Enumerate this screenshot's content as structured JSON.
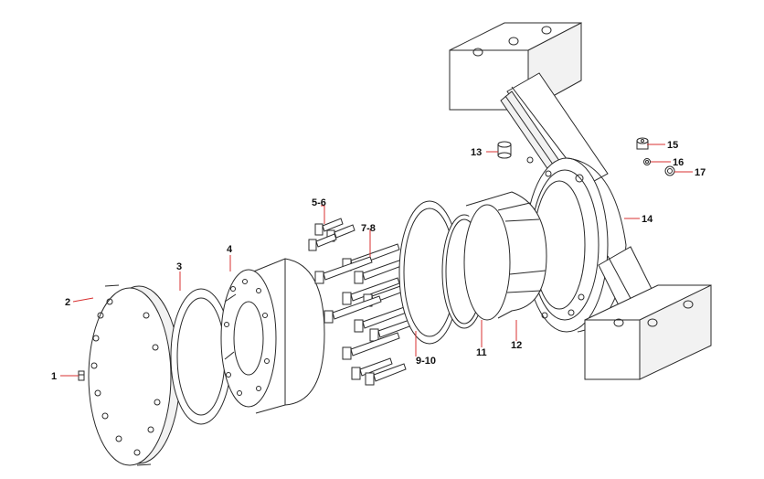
{
  "diagram": {
    "type": "exploded-parts-view",
    "leader_color": "#d83030",
    "callouts": [
      {
        "id": "c1",
        "text": "1"
      },
      {
        "id": "c2",
        "text": "2"
      },
      {
        "id": "c3",
        "text": "3"
      },
      {
        "id": "c4",
        "text": "4"
      },
      {
        "id": "c56",
        "text": "5-6"
      },
      {
        "id": "c78",
        "text": "7-8"
      },
      {
        "id": "c910",
        "text": "9-10"
      },
      {
        "id": "c11",
        "text": "11"
      },
      {
        "id": "c12",
        "text": "12"
      },
      {
        "id": "c13",
        "text": "13"
      },
      {
        "id": "c14",
        "text": "14"
      },
      {
        "id": "c15",
        "text": "15"
      },
      {
        "id": "c16",
        "text": "16"
      },
      {
        "id": "c17",
        "text": "17"
      }
    ]
  }
}
